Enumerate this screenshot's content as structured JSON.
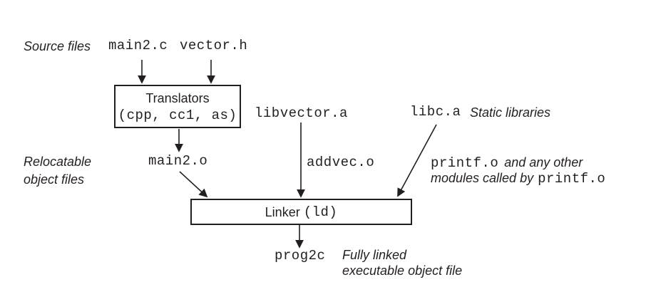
{
  "colors": {
    "ink": "#231f20",
    "background": "#ffffff"
  },
  "labels": {
    "source_files": "Source files",
    "static_libraries": "Static libraries",
    "relocatable_line1": "Relocatable",
    "relocatable_line2": "object files",
    "printf_note_line1": "and any other",
    "printf_note_line2": "modules called by",
    "output_note_line1": "Fully linked",
    "output_note_line2": "executable object file"
  },
  "files": {
    "main2_c": "main2.c",
    "vector_h": "vector.h",
    "libvector_a": "libvector.a",
    "libc_a": "libc.a",
    "main2_o": "main2.o",
    "addvec_o": "addvec.o",
    "printf_o": "printf.o",
    "prog2c": "prog2c"
  },
  "boxes": {
    "translators": {
      "title": "Translators",
      "subtitle": "(cpp, cc1, as)"
    },
    "linker": {
      "title": "Linker",
      "code": "(ld)"
    }
  }
}
